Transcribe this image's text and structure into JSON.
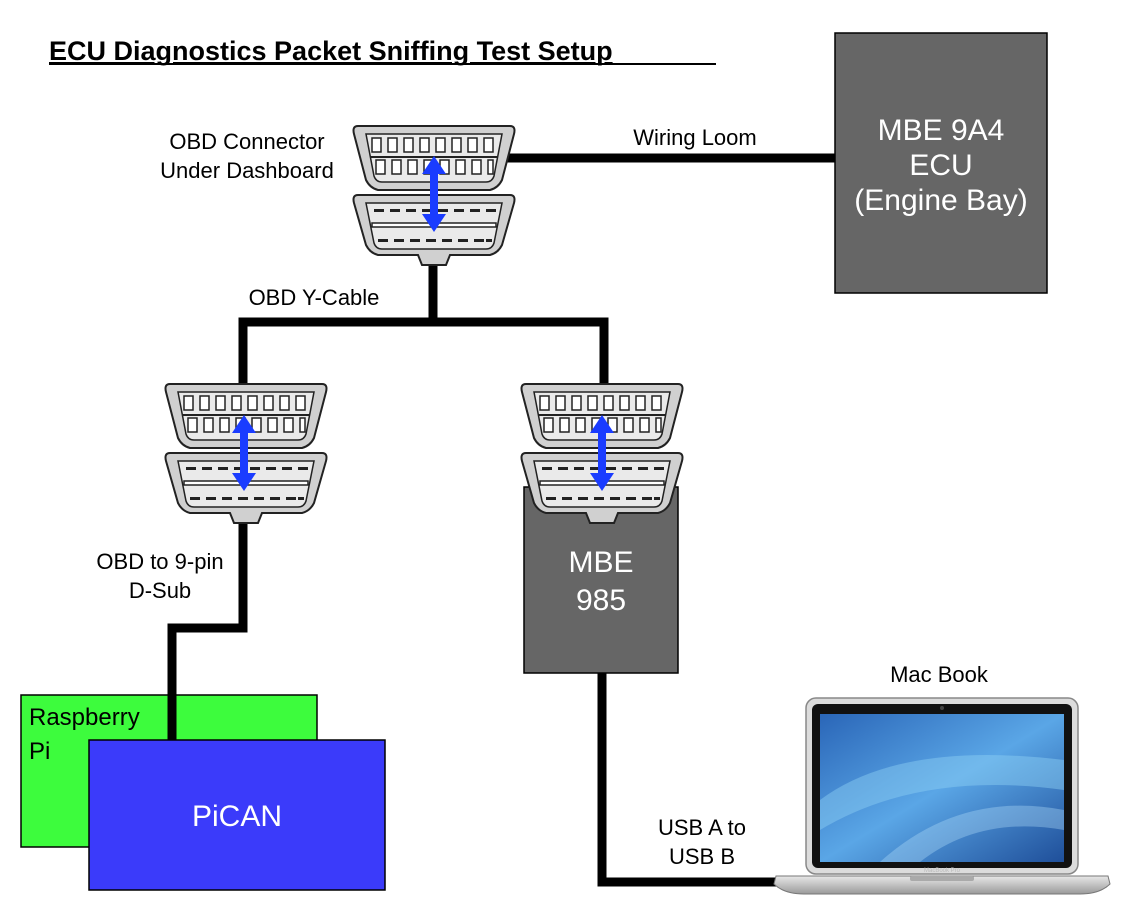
{
  "title": "ECU Diagnostics Packet Sniffing Test Setup",
  "labels": {
    "obd_connector_line1": "OBD Connector",
    "obd_connector_line2": "Under Dashboard",
    "wiring_loom": "Wiring Loom",
    "y_cable": "OBD Y-Cable",
    "obd_dsub_line1": "OBD to 9-pin",
    "obd_dsub_line2": "D-Sub",
    "usb_line1": "USB A to",
    "usb_line2": "USB B",
    "macbook": "Mac Book",
    "laptop_brand": "MacBook Pro"
  },
  "boxes": {
    "ecu": {
      "line1": "MBE 9A4",
      "line2": "ECU",
      "line3": "(Engine Bay)",
      "color": "#666666"
    },
    "mbe985": {
      "line1": "MBE",
      "line2": "985",
      "color": "#666666"
    },
    "raspberry": {
      "line1": "Raspberry",
      "line2": "Pi",
      "color": "#3dfc3d"
    },
    "pican": {
      "line1": "PiCAN",
      "color": "#3b3bfa"
    }
  },
  "colors": {
    "cable": "#000000",
    "arrow": "#1a3cff",
    "connector_fill": "#d0d0d0"
  },
  "icons": [
    "obd-male-connector-icon",
    "obd-female-connector-icon",
    "double-arrow-icon",
    "laptop-icon"
  ]
}
